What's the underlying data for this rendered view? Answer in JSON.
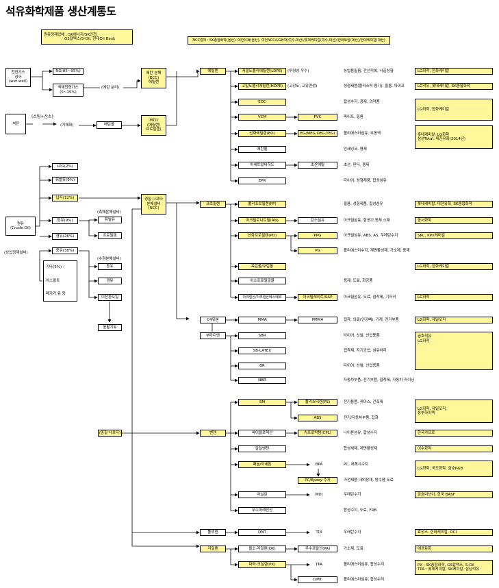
{
  "title": "석유화학제품 생산계통도",
  "refiner_note": {
    "line1": "원유정제업체 : SK에너지/SK인천,",
    "line2": "GS칼텍스/S-Oil, 현대Oil Bank"
  },
  "ncc_note": "NCC업체 : SK종합화학(울산), 대한유화(울산), 여천NCC/LG화학(여수,대산)/롯데케미칼(여수,대산)/한화토탈(대산)/현대케미칼(대산)",
  "sources": {
    "natural_gas": [
      "천연가스",
      "광구",
      "(wet well)"
    ],
    "coal": "석탄",
    "crude": [
      "원유",
      "(Crude Oil)"
    ],
    "refinery": "(상압정제설비)"
  },
  "gas_branch": {
    "ng": "NG(85~95%)",
    "wet": [
      "액체천연가스",
      "(5~15%)"
    ],
    "ethane_sep": "(에탄 분리)",
    "ecc": [
      "에탄 분해",
      "(ECC)",
      "에틸렌"
    ],
    "steam_o2": "(스팀+산소)",
    "gasify": "(기체화)",
    "methanol": "메탄올",
    "mto": [
      "MTO",
      "(에틸렌/",
      "프로필렌)"
    ]
  },
  "crude_branch": {
    "lpg": "LPG(2%)",
    "heavy_naphtha": "휘발유(9%)",
    "naphtha": "납사(12%)",
    "kerosene": "등유(9%)",
    "diesel": "경유(26%)",
    "fuel_oil": "중유(38%)",
    "other": [
      "기타(5%) :",
      "아스팔트",
      "폐가거 유 등"
    ],
    "reformer_label": "(촉매분해설비)",
    "gasoline": "휘발유",
    "propylene_r": "프로필렌",
    "hydrocrack_label": "(수첨분해설비)",
    "kerosene2": "등유",
    "diesel2": "경유",
    "lube": "이전환오일",
    "base_oil": "윤활기유",
    "ncc": [
      "경질 나프타",
      "분해설비",
      "(NCC)"
    ],
    "heavy_naph_label": "(중질 나프타)"
  },
  "ethylene": {
    "hub": "에틸렌",
    "rows": [
      {
        "product": "저밀도폴리에틸렌(LDPE)",
        "note": "(투명성 우수)",
        "use": "농업용필름, 전선피복, 사출성형",
        "company": "LG화학, 한화케미칼"
      },
      {
        "product": "고밀도폴리에틸렌(HDPE)",
        "note": "(고강도, 고유연성)",
        "use": "성형제품(플라스틱 용기), 필름, 파이프",
        "company": "LG석유, 롯데케미칼, SK종합화학"
      },
      {
        "product": "EDC",
        "use": "합성수지, 용제, 의약품"
      },
      {
        "product": "VCM",
        "mid": "PVC",
        "use": "파이프, 필름"
      },
      {
        "product": "산화에틸렌(EO)",
        "mid": "EG(MEG,DEG,TEG)",
        "use": "폴리에스터섬유, 부동액"
      },
      {
        "product": "에탄올",
        "use": "인쇄잉크, 용제"
      },
      {
        "product": "아세트알데히드",
        "mid": "초산에틸",
        "use": "초산, 판다, 용제"
      },
      {
        "product": "EPR",
        "use": "타이어, 성형제품, 합성섬유"
      }
    ],
    "company_vcm": "LG화학, 한화케미칼",
    "company_eo": [
      "롯데케미칼, LG화학",
      "삼성Total, 대한유화(2014년)"
    ]
  },
  "propylene": {
    "hub": "프로필렌",
    "rows": [
      {
        "product": "폴리프로필렌(PP)",
        "use": "필름, 성형제품, 합성섬유",
        "company": "롯데케미칼, 대한유화, SK종합화학"
      },
      {
        "product": "아크릴로니트릴(AN)",
        "mid": "탄소섬유",
        "use": "아크릴섬유, 항공기 동체 소재",
        "company": "동서화학"
      },
      {
        "product": "산화프로필렌(PO)",
        "mid": "PPG",
        "use": "아크릴섬유, ABS, AS, 우레탄수지",
        "company": "SKC, KPX케미칼"
      },
      {
        "mid": "PG",
        "use": "폴리에스터수지, 계면활성제, 가소제, 용제"
      },
      {
        "product": "옥탄올/부탄올",
        "company": "LG화학, 한화케미칼"
      },
      {
        "product": "이소프로필알콜",
        "use": "용제, 도료, 화공품"
      },
      {
        "product": "아크릴산/아크릴산에스테르",
        "mid": "아크릴레이트/SAP",
        "use": "아크릴섬유, 도료, 접착제, 기저귀",
        "company": "LG화학"
      }
    ]
  },
  "c4": {
    "hub": "C4유분",
    "butadiene": "부타디엔",
    "rows": [
      {
        "product": "MMA",
        "mid": "PMMA",
        "use": "접착, 의료(인공뼈), 기계, 전기부품",
        "company": "LG화학, 제일모직"
      },
      {
        "product": "SBR",
        "use": "타이어, 신발, 산업용품"
      },
      {
        "product": "SB-LATEX",
        "use": "접착제, 지기공업, 섬유처리"
      },
      {
        "product": "BR",
        "use": "타이어, 신발, 산업용품"
      },
      {
        "product": "NBR",
        "use": "자동차부품, 전기부품, 접착제, 자동차 라이닝"
      }
    ],
    "company_rubber": [
      "금호석유",
      "LG화학"
    ]
  },
  "benzene": {
    "hub": "벤젠",
    "rows": [
      {
        "product": "SM",
        "mid": "폴리스티렌(PS)",
        "use": "전기용품, 케이스, 건축재"
      },
      {
        "mid": "ABS",
        "use": "전기/자동차부품, 잡화"
      },
      {
        "product": "싸이클로헥산",
        "mid": "카프로락탐(CPL)",
        "use": "나이론섬유, 합성수지",
        "company": "한국카프로"
      },
      {
        "product": "알킬벤젠",
        "use": "합성세제, 계면활성제",
        "company": "이수화학"
      },
      {
        "product": "페놀/아세톤",
        "mid": "BPA",
        "use": "PC, 에폭시수지",
        "company": "LG화학, 국도화학, 금호P&B"
      },
      {
        "mid": "PC/Epoxy 수지",
        "use": "가전제품 내외장재, 방수용 도료"
      },
      {
        "product": "아닐린",
        "mid": "MDI",
        "use": "우레탄수지",
        "company": "금호미쓰이, 한국 BASF"
      },
      {
        "product": "무수마레인산",
        "use": "합성수지, 도료, FRB"
      }
    ],
    "company_sm": [
      "LG화학, 제일모직,",
      "동부하이텍"
    ]
  },
  "toluene": {
    "hub": "톨루엔",
    "product": "DNT",
    "mid": "TDI",
    "use": "우레탄수지",
    "company": "효성스, 한화케미칼, OCI"
  },
  "xylene": {
    "hub": "자일렌",
    "rows": [
      {
        "product": "올소-자일렌(OX)",
        "mid": "무수프탈산(PA)",
        "use": "가소제, 도료",
        "company": "애경유화"
      },
      {
        "product": "파라-크실렌(PX)",
        "mid": "TPA",
        "use": "폴리에스터섬유, 합성수지",
        "company": [
          "PX : SK종합화학, GS칼텍스, S-Oil",
          "TPA : 롯데케미칼, SK케미칼, 삼남석유"
        ]
      },
      {
        "mid": "DMT",
        "use": "폴리에스터섬유, 합성수지"
      }
    ]
  }
}
